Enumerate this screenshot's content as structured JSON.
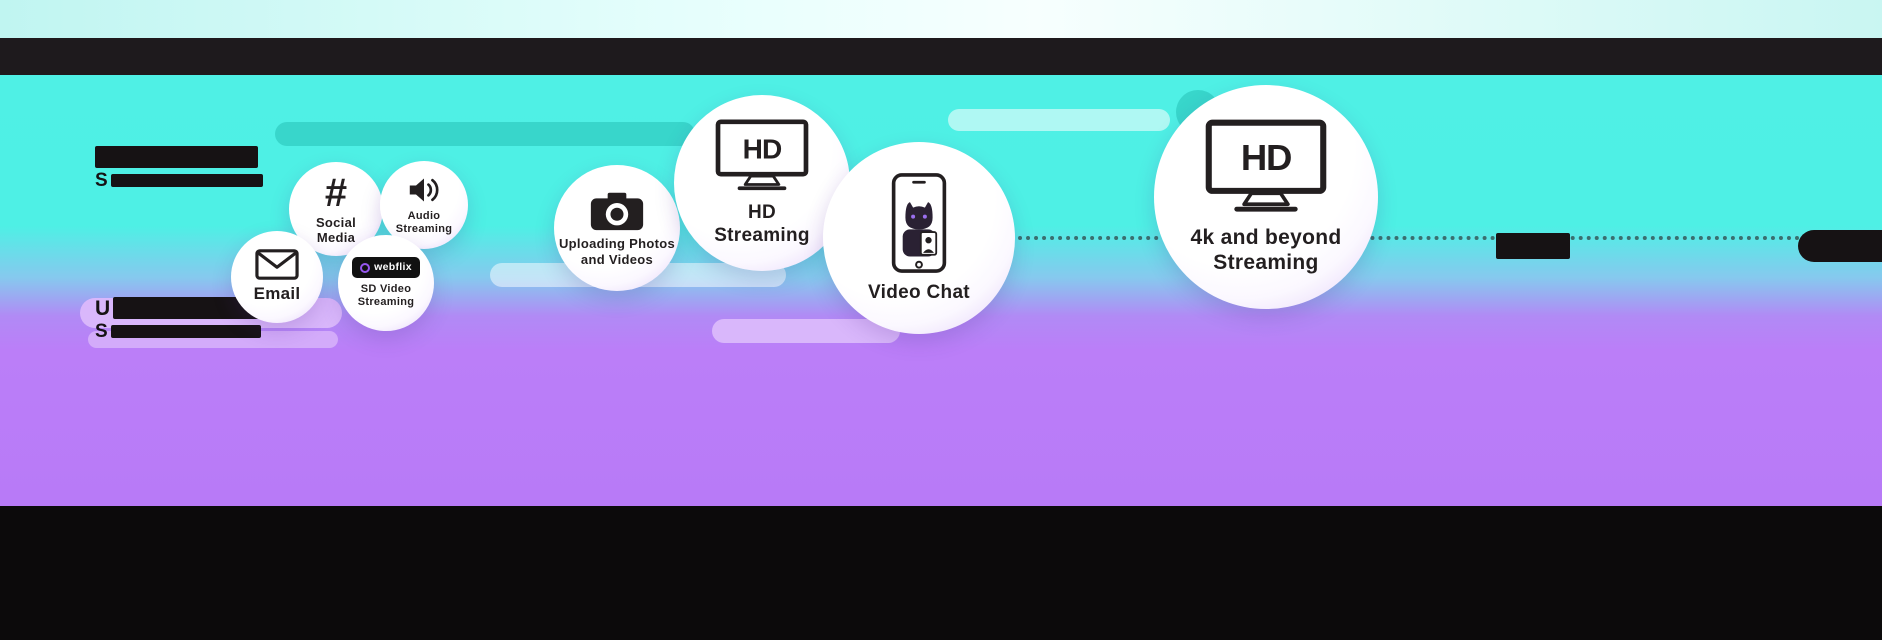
{
  "colors": {
    "cyan": "#4FF0E5",
    "purple": "#BB7EF8",
    "dark_band": "#1E1A1D",
    "bottom_black": "#0C0A0B",
    "teal_pill": "#38D6CB",
    "lavender_pill": "#D9B7FB",
    "text": "#231F20"
  },
  "redacted": {
    "tier1": {
      "line2_prefix": "S"
    },
    "tier2": {
      "line1_prefix": "U",
      "line2_prefix": "S"
    }
  },
  "bubbles": [
    {
      "id": "email",
      "icon": "envelope-icon",
      "lines": [
        "Email"
      ]
    },
    {
      "id": "social-media",
      "icon": "hashtag-icon",
      "hash": "#",
      "lines": [
        "Social",
        "Media"
      ]
    },
    {
      "id": "audio-streaming",
      "icon": "speaker-icon",
      "lines": [
        "Audio",
        "Streaming"
      ]
    },
    {
      "id": "sd-video-streaming",
      "icon": "webflix-badge-icon",
      "badge": "webflix",
      "lines": [
        "SD Video",
        "Streaming"
      ]
    },
    {
      "id": "uploading-photos-and-videos",
      "icon": "camera-icon",
      "lines": [
        "Uploading Photos",
        "and Videos"
      ]
    },
    {
      "id": "hd-streaming",
      "icon": "hd-tv-icon",
      "tv": "HD",
      "lines": [
        "HD",
        "Streaming"
      ]
    },
    {
      "id": "video-chat",
      "icon": "video-chat-phone-icon",
      "lines": [
        "Video Chat"
      ]
    },
    {
      "id": "4k-and-beyond-streaming",
      "icon": "hd-tv-icon",
      "tv": "HD",
      "lines": [
        "4k and beyond",
        "Streaming"
      ]
    }
  ]
}
